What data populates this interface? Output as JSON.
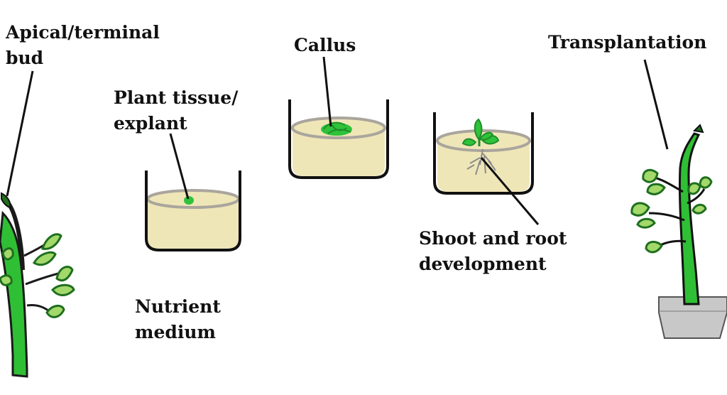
{
  "labels": {
    "apical_bud": {
      "line1": "Apical/terminal",
      "line2": "bud"
    },
    "plant_tissue": {
      "line1": "Plant tissue/",
      "line2": "explant"
    },
    "callus": {
      "text": "Callus"
    },
    "shoot_root": {
      "line1": "Shoot and root",
      "line2": "development"
    },
    "transplantation": {
      "text": "Transplantation"
    },
    "nutrient_medium": {
      "line1": "Nutrient",
      "line2": "medium"
    }
  },
  "colors": {
    "medium": "#efe6b8",
    "medium_surface": "#aaa59c",
    "beaker_outline": "#111111",
    "plant_dark": "#1e6f1e",
    "plant_stem": "#2fbf35",
    "leaf": "#a3d86b",
    "callus_green": "#2fc23a",
    "pot": "#c8c8c8",
    "pot_outline": "#555555",
    "roots": "#8c8c8c"
  }
}
